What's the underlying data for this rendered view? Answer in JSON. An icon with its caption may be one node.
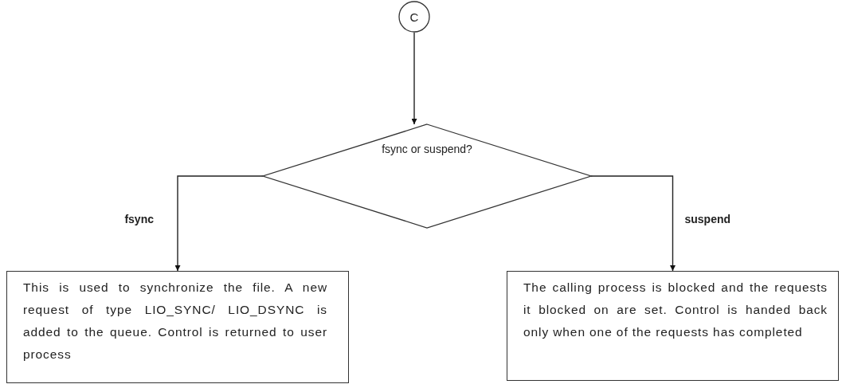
{
  "diagram": {
    "nodes": [
      {
        "text": [
          "C"
        ]
      },
      {
        "text": [
          "fsync or suspend?"
        ]
      },
      {
        "text": [
          "This is used to synchronize the file. A new request of type LIO_SYNC/ LIO_DSYNC is added to the queue. Control is returned to user process"
        ]
      },
      {
        "text": [
          "The calling process is blocked and the requests it blocked on are set. Control is handed back only when one of the requests has completed"
        ]
      }
    ],
    "edges": [
      {
        "from": 0,
        "to": 1,
        "arrow": "to"
      },
      {
        "from": 1,
        "to": 2,
        "arrow": "to",
        "label": "fsync"
      },
      {
        "from": 1,
        "to": 3,
        "arrow": "to",
        "label": "suspend"
      }
    ]
  }
}
